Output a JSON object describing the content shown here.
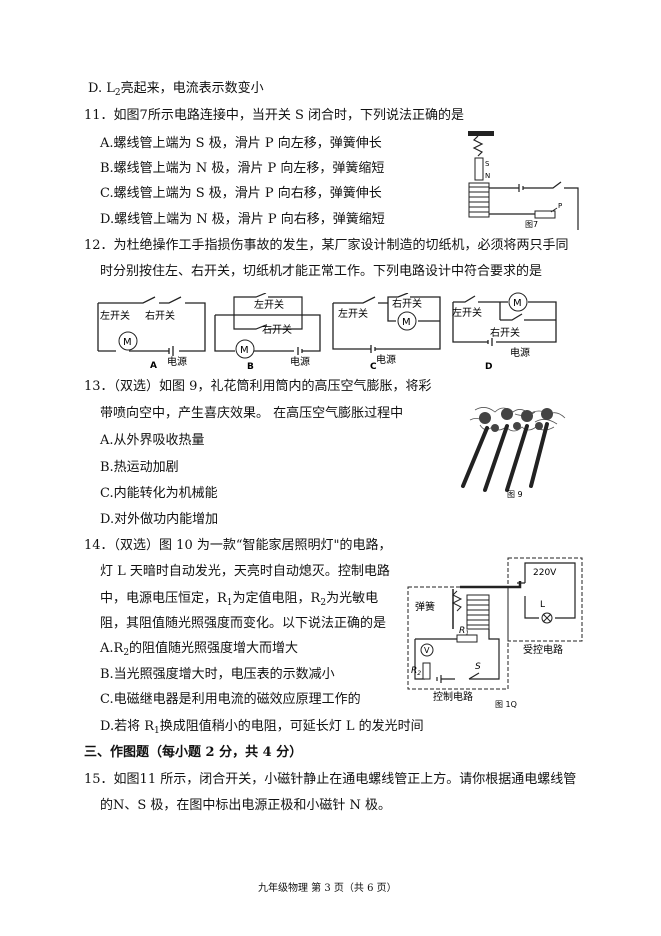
{
  "q10": {
    "optD": [
      "D. L",
      "2",
      "亮起来，电流表示数变小"
    ]
  },
  "q11": {
    "stem": "11．如图7所示电路连接中，当开关 S 闭合时，下列说法正确的是",
    "options": [
      "A.螺线管上端为 S 极，滑片 P 向左移，弹簧伸长",
      "B.螺线管上端为 N 极，滑片 P 向左移，弹簧缩短",
      "C.螺线管上端为 S 极，滑片 P 向右移，弹簧伸长",
      "D.螺线管上端为 N 极，滑片 P 向右移，弹簧缩短"
    ],
    "fig_caption": "图7",
    "fig_labels": {
      "s": "S",
      "n": "N",
      "p": "P"
    }
  },
  "q12": {
    "stem1": "12．为杜绝操作工手指损伤事故的发生，某厂家设计制造的切纸机，必须将两只手同",
    "stem2": "时分别按住左、右开关，切纸机才能正常工作。下列电路设计中符合要求的是",
    "circuits": [
      {
        "letter": "A",
        "left": "左开关",
        "right": "右开关",
        "motor": "M",
        "power": "电源"
      },
      {
        "letter": "B",
        "left": "左开关",
        "right": "右开关",
        "motor": "M",
        "power": "电源"
      },
      {
        "letter": "C",
        "left": "左开关",
        "right": "右开关",
        "motor": "M",
        "power": "电源"
      },
      {
        "letter": "D",
        "left": "左开关",
        "right": "右开关",
        "motor": "M",
        "power": "电源"
      }
    ]
  },
  "q13": {
    "stem1": "13．（双选）如图 9，礼花筒利用筒内的高压空气膨胀，将彩",
    "stem2": "带喷向空中，产生喜庆效果。 在高压空气膨胀过程中",
    "options": [
      "A.从外界吸收热量",
      "B.热运动加剧",
      "C.内能转化为机械能",
      "D.对外做功内能增加"
    ],
    "fig_caption": "图 9"
  },
  "q14": {
    "stem1": "14．（双选）图 10 为一款“智能家居照明灯\"的电路，",
    "stem2": "灯 L 天暗时自动发光，天亮时自动熄灭。控制电路",
    "stem3": [
      "中，电源电压恒定，R",
      "1",
      "为定值电阻，R",
      "2",
      "为光敏电"
    ],
    "stem4": "阻，其阻值随光照强度而变化。以下说法正确的是",
    "optA": [
      "A.R",
      "2",
      "的阻值随光照强度增大而增大"
    ],
    "optB": "B.当光照强度增大时，电压表的示数减小",
    "optC": "C.电磁继电器是利用电流的磁效应原理工作的",
    "optD": [
      "D.若将 R",
      "1",
      "换成阻值稍小的电阻，可延长灯  L 的发光时间"
    ],
    "fig": {
      "caption": "图 1Q",
      "spring": "弹簧",
      "v220": "220V",
      "lamp": "L",
      "control": "控制电路",
      "controlled": "受控电路",
      "r1": "R",
      "r1s": "1",
      "r2": "R",
      "r2s": "2",
      "v": "V",
      "s": "S"
    }
  },
  "section3": "三、作图题（每小题 2 分，共 4 分）",
  "q15": {
    "line1": "15．如图11 所示，闭合开关，小磁针静止在通电螺线管正上方。请你根据通电螺线管",
    "line2": "的N、S 极，在图中标出电源正极和小磁针  N 极。"
  },
  "footer": "九年级物理 第 3 页（共 6 页）"
}
